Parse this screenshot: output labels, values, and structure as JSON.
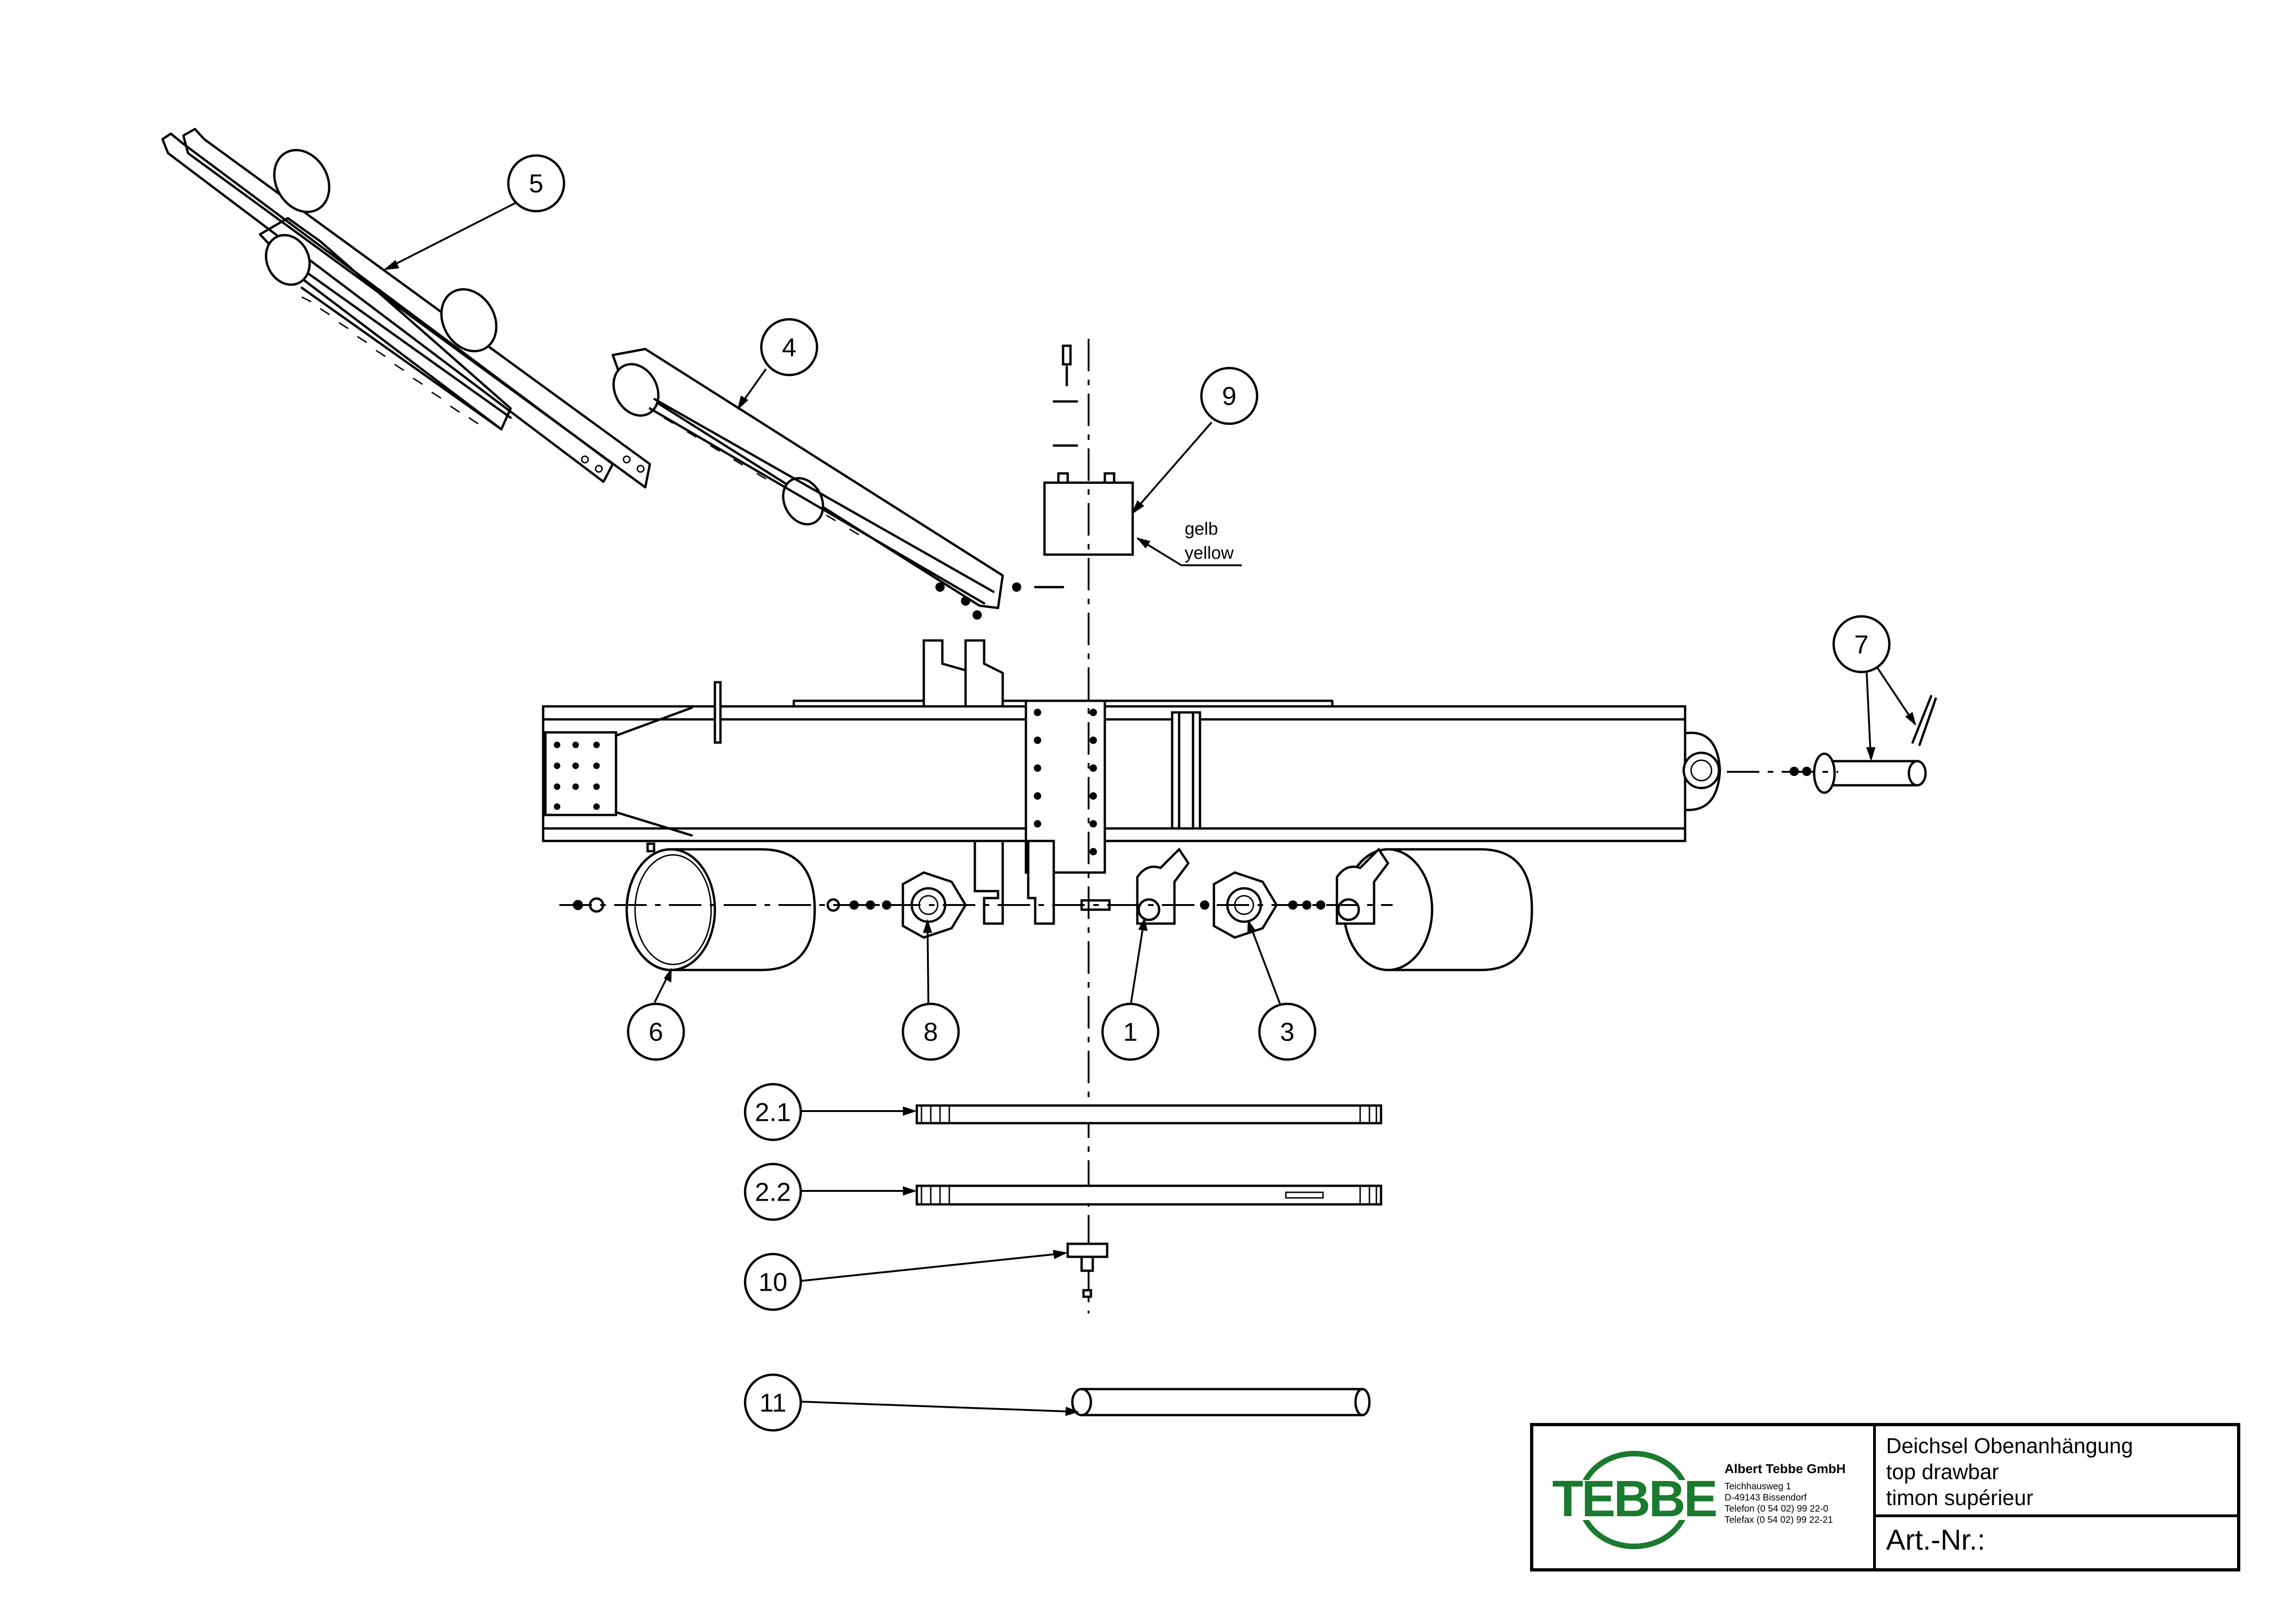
{
  "callouts": [
    {
      "id": "c1",
      "label": "1"
    },
    {
      "id": "c2_1",
      "label": "2.1"
    },
    {
      "id": "c2_2",
      "label": "2.2"
    },
    {
      "id": "c3",
      "label": "3"
    },
    {
      "id": "c4",
      "label": "4"
    },
    {
      "id": "c5",
      "label": "5"
    },
    {
      "id": "c6",
      "label": "6"
    },
    {
      "id": "c7",
      "label": "7"
    },
    {
      "id": "c8",
      "label": "8"
    },
    {
      "id": "c9",
      "label": "9"
    },
    {
      "id": "c10",
      "label": "10"
    },
    {
      "id": "c11",
      "label": "11"
    }
  ],
  "notes": {
    "color_de": "gelb",
    "color_en": "yellow"
  },
  "title_block": {
    "logo_text": "TEBBE",
    "logo_color": "#1a7a2e",
    "company": "Albert Tebbe GmbH",
    "address": [
      "Teichhausweg 1",
      "D-49143 Bissendorf",
      "Telefon (0 54 02) 99 22-0",
      "Telefax (0 54 02) 99 22-21"
    ],
    "title_lines": [
      "Deichsel Obenanhängung",
      "top drawbar",
      "timon supérieur"
    ],
    "art_nr_label": "Art.-Nr.:"
  }
}
